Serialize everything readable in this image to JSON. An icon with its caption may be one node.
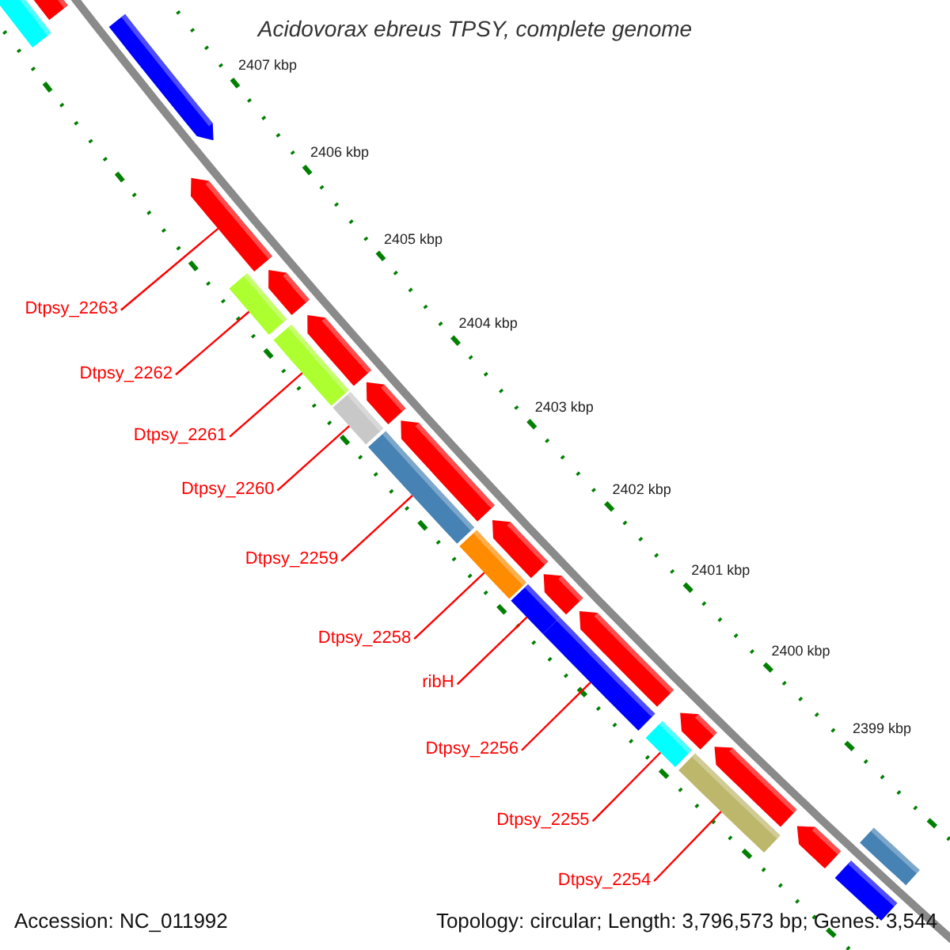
{
  "diagram": {
    "title": "Acidovorax ebreus TPSY, complete genome",
    "nodes": [
      {
        "text": [
          "Dtpsy_2263"
        ]
      },
      {
        "text": [
          "Dtpsy_2262"
        ]
      },
      {
        "text": [
          "Dtpsy_2261"
        ]
      },
      {
        "text": [
          "Dtpsy_2260"
        ]
      },
      {
        "text": [
          "Dtpsy_2259"
        ]
      },
      {
        "text": [
          "Dtpsy_2258"
        ]
      },
      {
        "text": [
          "ribH"
        ]
      },
      {
        "text": [
          "Dtpsy_2256"
        ]
      },
      {
        "text": [
          "Dtpsy_2255"
        ]
      },
      {
        "text": [
          "Dtpsy_2254"
        ]
      },
      {
        "text": [],
        "shape": "bar"
      },
      {
        "text": [],
        "shape": "arrow"
      },
      {
        "text": [],
        "shape": "arrow"
      },
      {
        "text": [],
        "shape": "arrow"
      },
      {
        "text": [],
        "shape": "bar"
      },
      {
        "text": [],
        "shape": "arrow"
      },
      {
        "text": [],
        "shape": "bar"
      },
      {
        "text": [],
        "shape": "arrow"
      },
      {
        "text": [],
        "shape": "bar"
      },
      {
        "text": [],
        "shape": "arrow"
      },
      {
        "text": [],
        "shape": "bar"
      },
      {
        "text": [],
        "shape": "arrow"
      },
      {
        "text": [],
        "shape": "bar"
      },
      {
        "text": [],
        "shape": "arrow"
      },
      {
        "text": [],
        "shape": "bar"
      },
      {
        "text": [],
        "shape": "arrow"
      },
      {
        "text": [],
        "shape": "bar"
      },
      {
        "text": [],
        "shape": "arrow"
      },
      {
        "text": [],
        "shape": "bar"
      },
      {
        "text": [],
        "shape": "arrow"
      },
      {
        "text": [],
        "shape": "bar"
      },
      {
        "text": [],
        "shape": "arrow"
      },
      {
        "text": [],
        "shape": "arrow"
      },
      {
        "text": [],
        "shape": "bar"
      },
      {
        "text": [],
        "shape": "bar"
      }
    ],
    "edges": [
      {
        "from": 0,
        "to": 13,
        "arrow": "none"
      },
      {
        "from": 1,
        "to": 14,
        "arrow": "none"
      },
      {
        "from": 2,
        "to": 16,
        "arrow": "none"
      },
      {
        "from": 3,
        "to": 18,
        "arrow": "none"
      },
      {
        "from": 4,
        "to": 20,
        "arrow": "none"
      },
      {
        "from": 5,
        "to": 22,
        "arrow": "none"
      },
      {
        "from": 6,
        "to": 24,
        "arrow": "none"
      },
      {
        "from": 7,
        "to": 26,
        "arrow": "none"
      },
      {
        "from": 8,
        "to": 28,
        "arrow": "none"
      },
      {
        "from": 9,
        "to": 30,
        "arrow": "none"
      }
    ],
    "labels": [
      "2407 kbp",
      "2406 kbp",
      "2405 kbp",
      "2404 kbp",
      "2403 kbp",
      "2402 kbp",
      "2401 kbp",
      "2400 kbp",
      "2399 kbp",
      "Accession: NC_011992",
      "Topology: circular; Length: 3,796,573 bp; Genes: 3,544"
    ]
  }
}
